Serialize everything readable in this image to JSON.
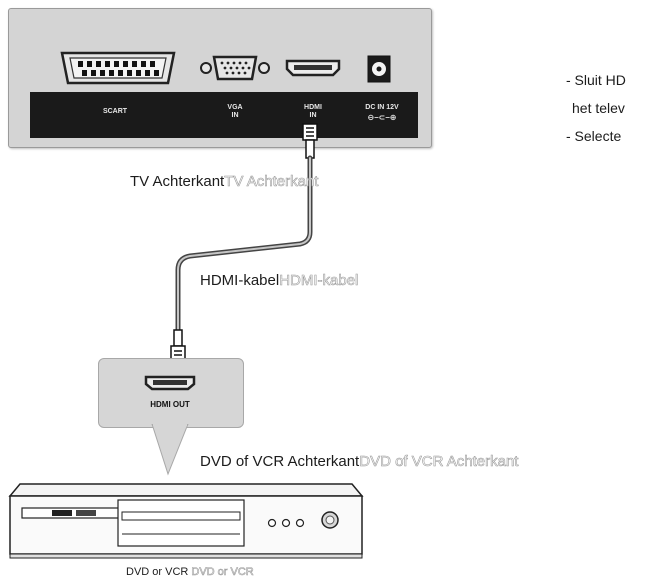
{
  "tv": {
    "ports": {
      "scart": "SCART",
      "vga": "VGA\nIN",
      "hdmi": "HDMI\nIN",
      "dc": "DC IN 12V",
      "dc_symbol": "⊖–⊂–⊕"
    },
    "caption": "TV Achterkant",
    "caption_ghost": "TV Achterkant"
  },
  "cable": {
    "caption": "HDMI-kabel",
    "caption_ghost": "HDMI-kabel"
  },
  "source": {
    "port": "HDMI OUT",
    "caption": "DVD of VCR Achterkant",
    "caption_ghost": "DVD of VCR Achterkant",
    "device_caption": "DVD or VCR",
    "device_caption_ghost": "DVD or VCR"
  },
  "notes": [
    "- Sluit HD",
    "het telev",
    "- Selecte"
  ]
}
